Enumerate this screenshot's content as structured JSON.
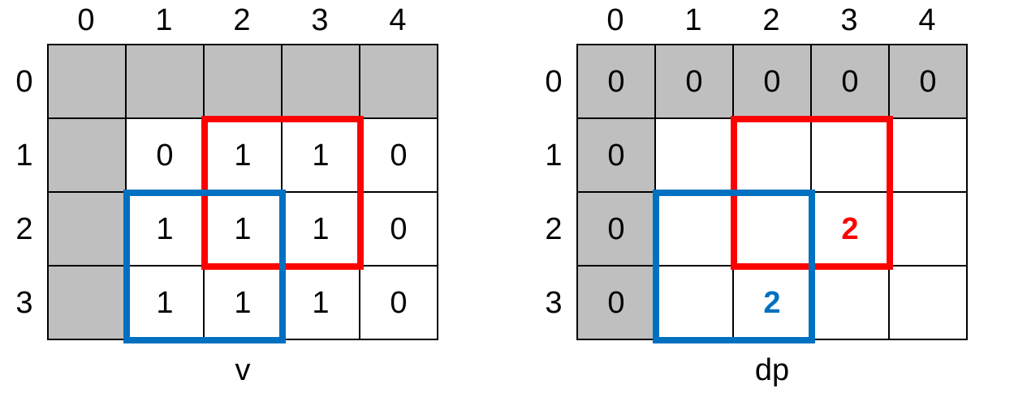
{
  "colors": {
    "highlight_red": "#ff0000",
    "highlight_blue": "#0070c0",
    "shaded_gray": "#bfbfbf",
    "grid_line": "#000000"
  },
  "grids": [
    {
      "id": "v",
      "label": "v",
      "col_headers": [
        "0",
        "1",
        "2",
        "3",
        "4"
      ],
      "row_headers": [
        "0",
        "1",
        "2",
        "3"
      ],
      "cells": [
        [
          {
            "text": "",
            "shaded": true
          },
          {
            "text": "",
            "shaded": true
          },
          {
            "text": "",
            "shaded": true
          },
          {
            "text": "",
            "shaded": true
          },
          {
            "text": "",
            "shaded": true
          }
        ],
        [
          {
            "text": "",
            "shaded": true
          },
          {
            "text": "0",
            "shaded": false
          },
          {
            "text": "1",
            "shaded": false
          },
          {
            "text": "1",
            "shaded": false
          },
          {
            "text": "0",
            "shaded": false
          }
        ],
        [
          {
            "text": "",
            "shaded": true
          },
          {
            "text": "1",
            "shaded": false
          },
          {
            "text": "1",
            "shaded": false
          },
          {
            "text": "1",
            "shaded": false
          },
          {
            "text": "0",
            "shaded": false
          }
        ],
        [
          {
            "text": "",
            "shaded": true
          },
          {
            "text": "1",
            "shaded": false
          },
          {
            "text": "1",
            "shaded": false
          },
          {
            "text": "1",
            "shaded": false
          },
          {
            "text": "0",
            "shaded": false
          }
        ]
      ],
      "overlays": [
        {
          "name": "red-window",
          "color_key": "highlight_red",
          "row_start": 1,
          "col_start": 2,
          "rows": 2,
          "cols": 2
        },
        {
          "name": "blue-window",
          "color_key": "highlight_blue",
          "row_start": 2,
          "col_start": 1,
          "rows": 2,
          "cols": 2
        }
      ]
    },
    {
      "id": "dp",
      "label": "dp",
      "col_headers": [
        "0",
        "1",
        "2",
        "3",
        "4"
      ],
      "row_headers": [
        "0",
        "1",
        "2",
        "3"
      ],
      "cells": [
        [
          {
            "text": "0",
            "shaded": true
          },
          {
            "text": "0",
            "shaded": true
          },
          {
            "text": "0",
            "shaded": true
          },
          {
            "text": "0",
            "shaded": true
          },
          {
            "text": "0",
            "shaded": true
          }
        ],
        [
          {
            "text": "0",
            "shaded": true
          },
          {
            "text": "",
            "shaded": false
          },
          {
            "text": "",
            "shaded": false
          },
          {
            "text": "",
            "shaded": false
          },
          {
            "text": "",
            "shaded": false
          }
        ],
        [
          {
            "text": "0",
            "shaded": true
          },
          {
            "text": "",
            "shaded": false
          },
          {
            "text": "",
            "shaded": false
          },
          {
            "text": "2",
            "shaded": false,
            "text_color": "#ff0000",
            "bold": true
          },
          {
            "text": "",
            "shaded": false
          }
        ],
        [
          {
            "text": "0",
            "shaded": true
          },
          {
            "text": "",
            "shaded": false
          },
          {
            "text": "2",
            "shaded": false,
            "text_color": "#0070c0",
            "bold": true
          },
          {
            "text": "",
            "shaded": false
          },
          {
            "text": "",
            "shaded": false
          }
        ]
      ],
      "overlays": [
        {
          "name": "red-window",
          "color_key": "highlight_red",
          "row_start": 1,
          "col_start": 2,
          "rows": 2,
          "cols": 2
        },
        {
          "name": "blue-window",
          "color_key": "highlight_blue",
          "row_start": 2,
          "col_start": 1,
          "rows": 2,
          "cols": 2
        }
      ]
    }
  ]
}
